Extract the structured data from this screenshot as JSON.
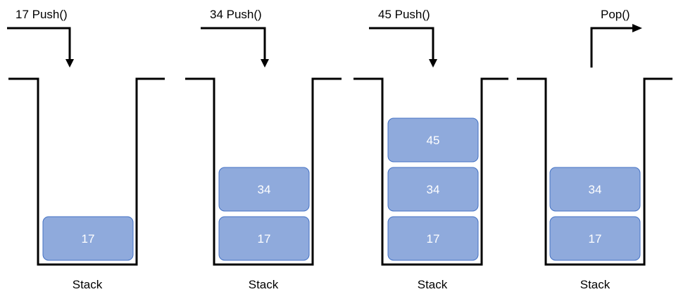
{
  "colors": {
    "item_fill": "#8faadc",
    "item_border": "#4472c4",
    "item_text": "#ffffff",
    "lines": "#000000"
  },
  "panels": [
    {
      "operation_label": "17 Push()",
      "operation": "push",
      "arrow_icon": "arrow-down-icon",
      "stack_label": "Stack",
      "items": [
        "17"
      ]
    },
    {
      "operation_label": "34 Push()",
      "operation": "push",
      "arrow_icon": "arrow-down-icon",
      "stack_label": "Stack",
      "items": [
        "17",
        "34"
      ]
    },
    {
      "operation_label": "45 Push()",
      "operation": "push",
      "arrow_icon": "arrow-down-icon",
      "stack_label": "Stack",
      "items": [
        "17",
        "34",
        "45"
      ]
    },
    {
      "operation_label": "Pop()",
      "operation": "pop",
      "arrow_icon": "arrow-right-icon",
      "stack_label": "Stack",
      "items": [
        "17",
        "34"
      ]
    }
  ]
}
